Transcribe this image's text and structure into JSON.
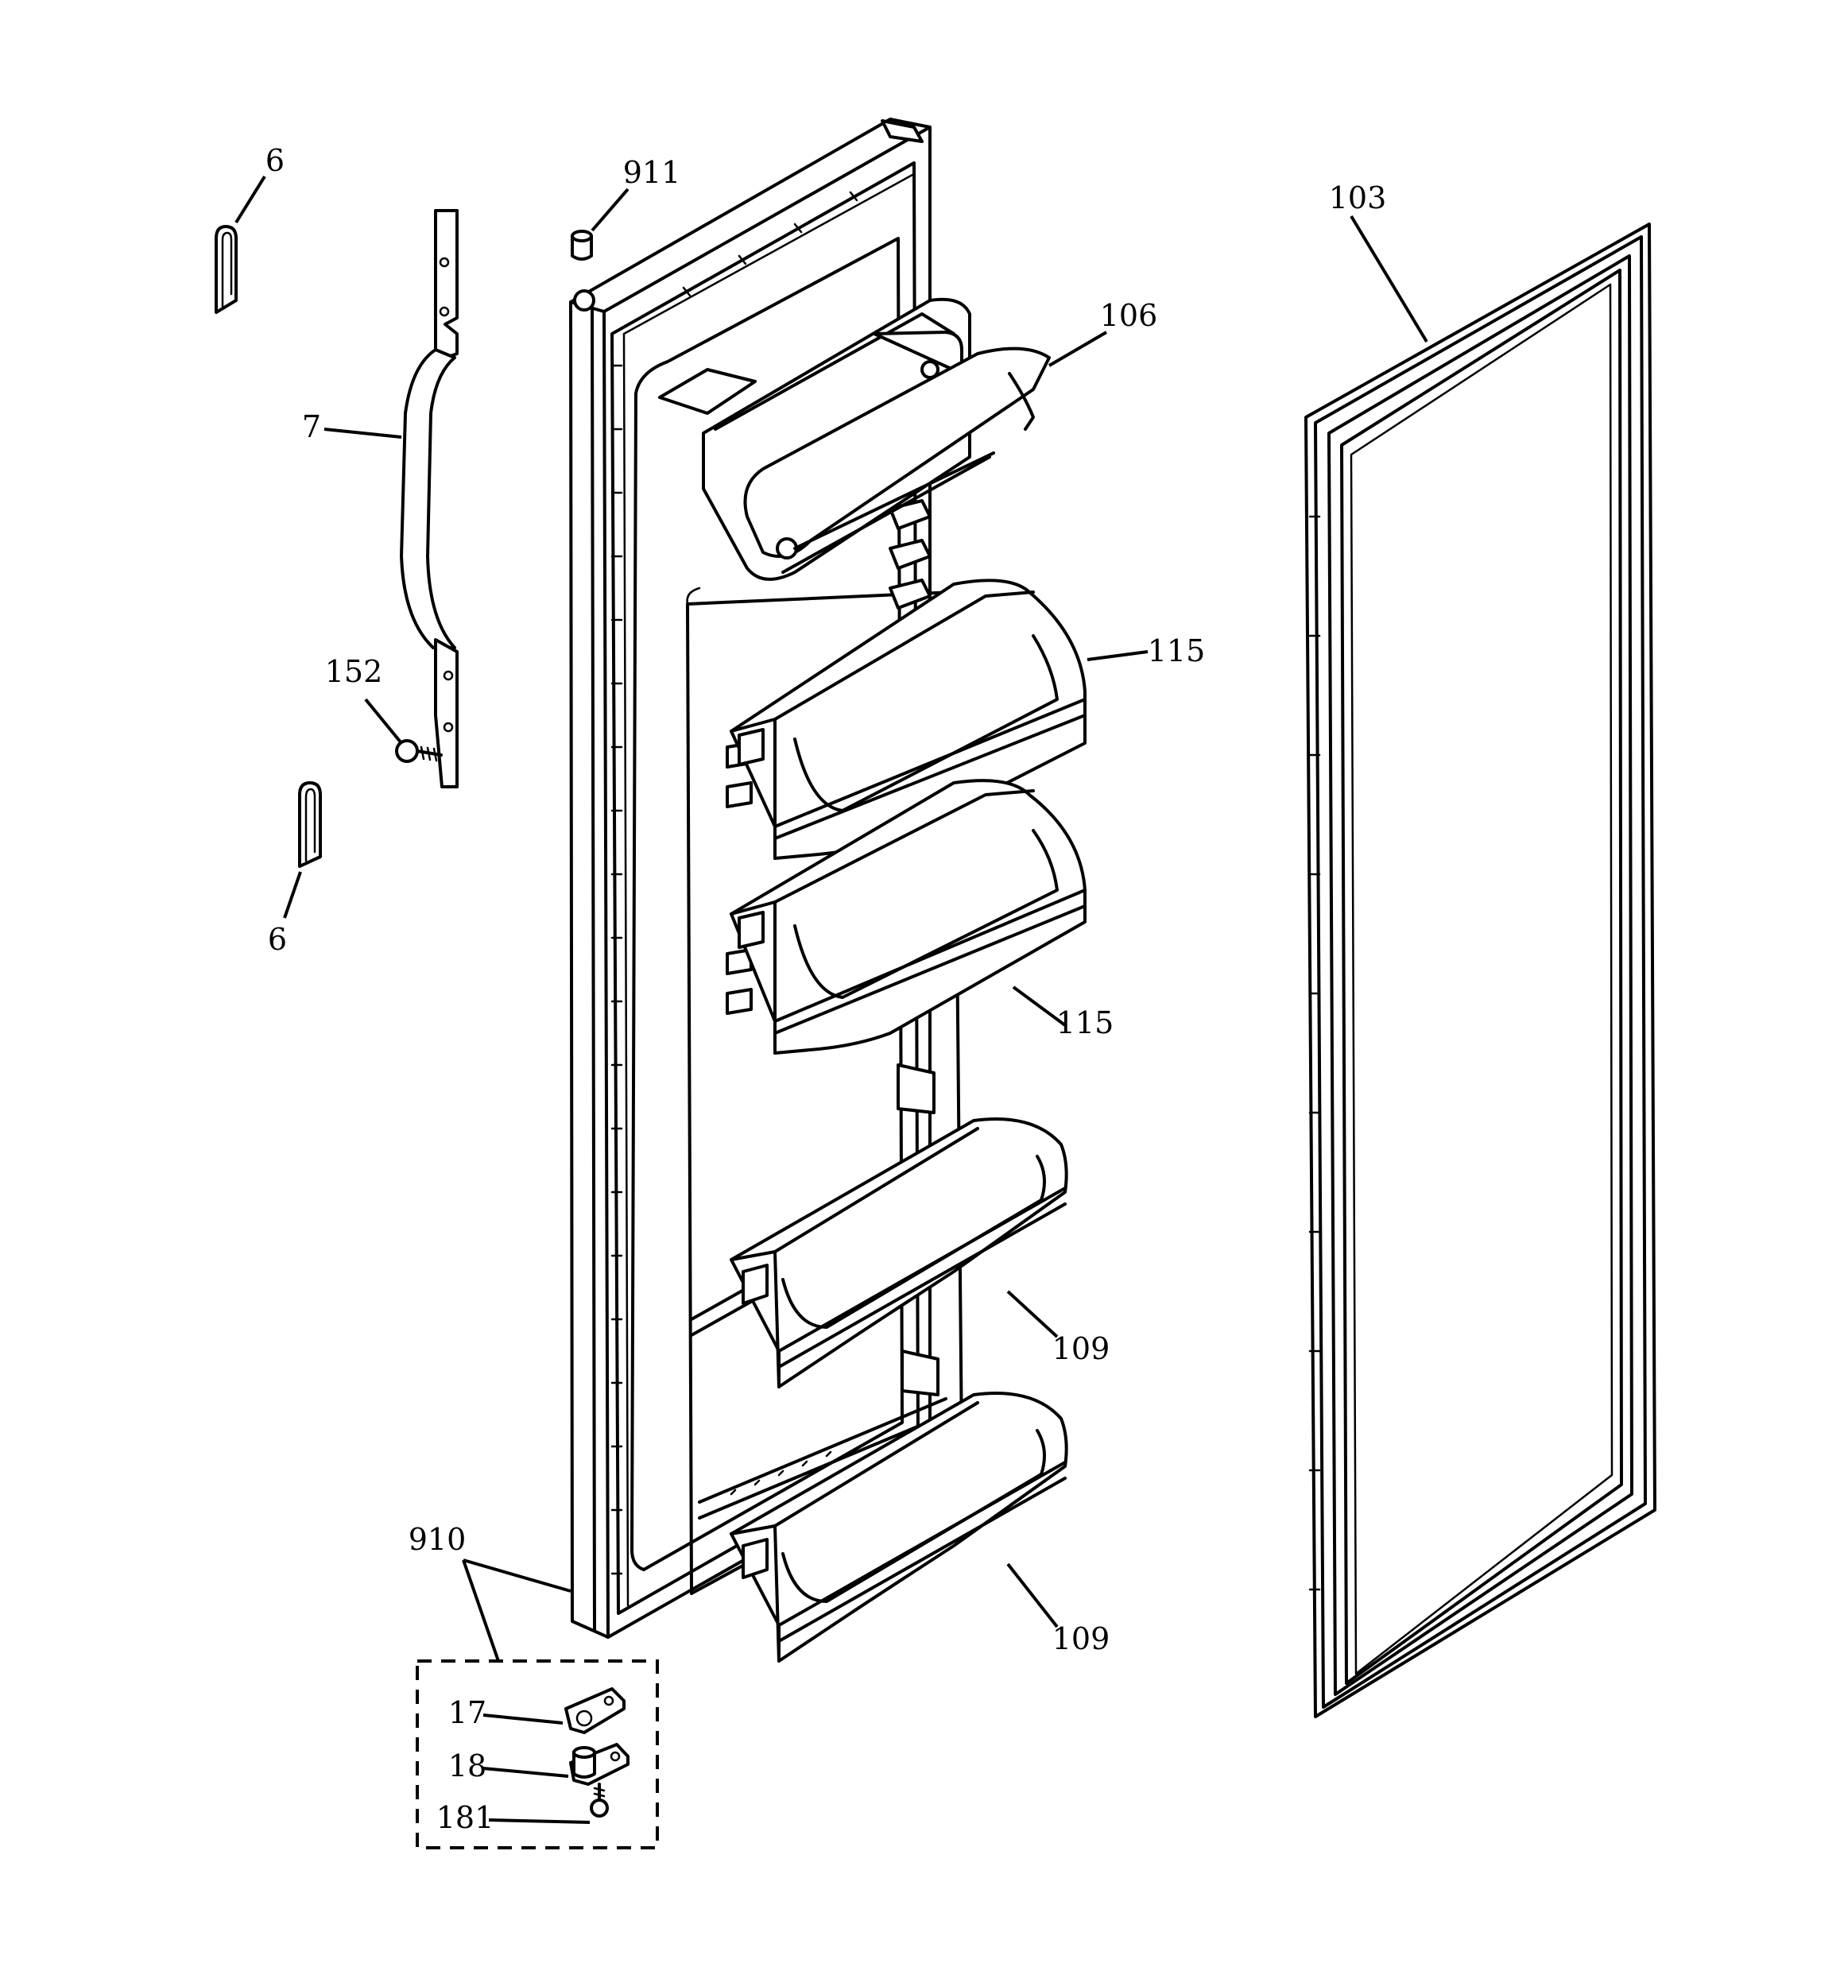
{
  "callouts": [
    {
      "id": "c6a",
      "label": "6"
    },
    {
      "id": "c7",
      "label": "7"
    },
    {
      "id": "c152",
      "label": "152"
    },
    {
      "id": "c6b",
      "label": "6"
    },
    {
      "id": "c911",
      "label": "911"
    },
    {
      "id": "c106",
      "label": "106"
    },
    {
      "id": "c115a",
      "label": "115"
    },
    {
      "id": "c115b",
      "label": "115"
    },
    {
      "id": "c109a",
      "label": "109"
    },
    {
      "id": "c109b",
      "label": "109"
    },
    {
      "id": "c103",
      "label": "103"
    },
    {
      "id": "c910",
      "label": "910"
    },
    {
      "id": "c17",
      "label": "17"
    },
    {
      "id": "c18",
      "label": "18"
    },
    {
      "id": "c181",
      "label": "181"
    }
  ]
}
